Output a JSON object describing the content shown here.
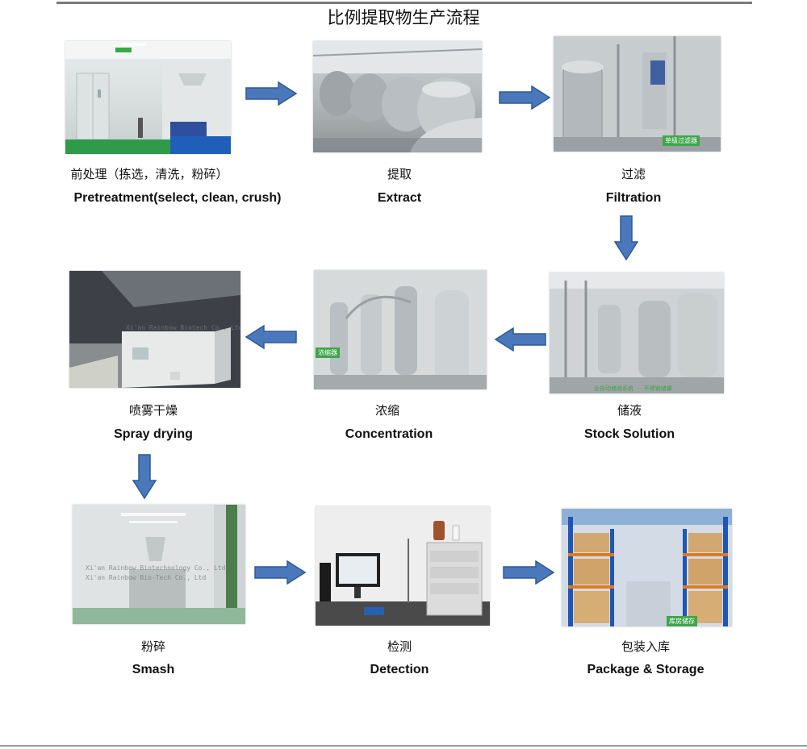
{
  "title": "比例提取物生产流程",
  "steps": [
    {
      "cn": "前处理（拣选，清洗，粉碎）",
      "en": "Pretreatment(select, clean, crush)"
    },
    {
      "cn": "提取",
      "en": "Extract"
    },
    {
      "cn": "过滤",
      "en": "Filtration"
    },
    {
      "cn": "储液",
      "en": "Stock Solution"
    },
    {
      "cn": "浓缩",
      "en": "Concentration"
    },
    {
      "cn": "喷雾干燥",
      "en": "Spray drying"
    },
    {
      "cn": "粉碎",
      "en": "Smash"
    },
    {
      "cn": "检测",
      "en": "Detection"
    },
    {
      "cn": "包装入库",
      "en": "Package & Storage"
    }
  ],
  "photo_tags": {
    "filtration": "单级过滤器",
    "concentration": "浓缩器",
    "stock": "全自动储液系统 · 不锈钢储罐",
    "storage": "库房储存"
  },
  "watermarks": {
    "spray": "Xi'an Rainbow Biotech Co., Ltd",
    "smash_1": "Xi'an Rainbow Biotechnology Co., Ltd",
    "smash_2": "Xi'an Rainbow Bio-Tech Co., Ltd"
  },
  "colors": {
    "arrow_fill": "#4a78bb",
    "arrow_stroke": "#2f5a96",
    "tag_green": "#3fa54b"
  }
}
